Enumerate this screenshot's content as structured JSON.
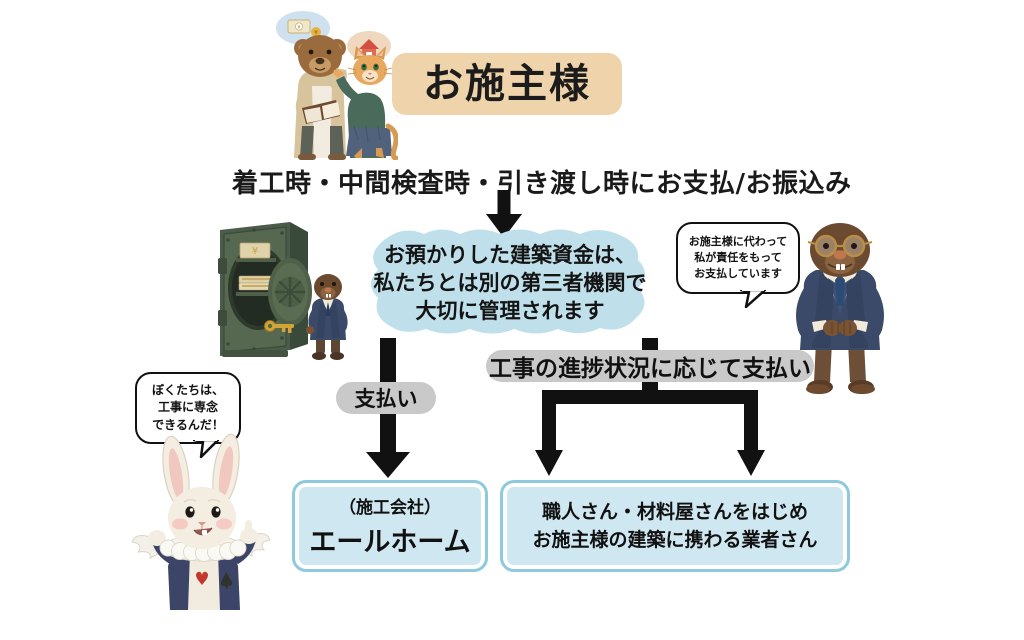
{
  "diagram": {
    "title": "お施主様",
    "payment_caption": "着工時・中間検査時・引き渡し時にお支払/お振込み",
    "cloud_box": {
      "line1": "お預かりした建築資金は、",
      "line2": "私たちとは別の第三者機関で",
      "line3": "大切に管理されます"
    },
    "bubble_mole": {
      "line1": "お施主様に代わって",
      "line2": "私が責任をもって",
      "line3": "お支払しています"
    },
    "bubble_rabbit": {
      "line1": "ぼくたちは、",
      "line2": "工事に専念",
      "line3": "できるんだ！"
    },
    "badge_payment": "支払い",
    "badge_progress": "工事の進捗状況に応じて支払い",
    "box_company": {
      "label": "（施工会社）",
      "name": "エールホーム"
    },
    "box_vendors": {
      "line1": "職人さん・材料屋さんをはじめ",
      "line2": "お施主様の建築に携わる業者さん"
    },
    "colors": {
      "title_bg": "#eed3ab",
      "cloud_bg": "#bfe0ea",
      "box_fill": "#cfe7f0",
      "box_border": "#8fc9dd",
      "badge_bg": "#c9c9c9",
      "arrow": "#111111",
      "safe_green": "#4e6250",
      "suit_navy": "#3b4a68"
    },
    "illustrations": {
      "clients": "bear-and-cat-illustration",
      "safe": "green-safe-vault-illustration",
      "small_mole": "small-mole-with-key-illustration",
      "big_mole": "big-mole-in-suit-illustration",
      "rabbit": "white-rabbit-illustration"
    }
  }
}
